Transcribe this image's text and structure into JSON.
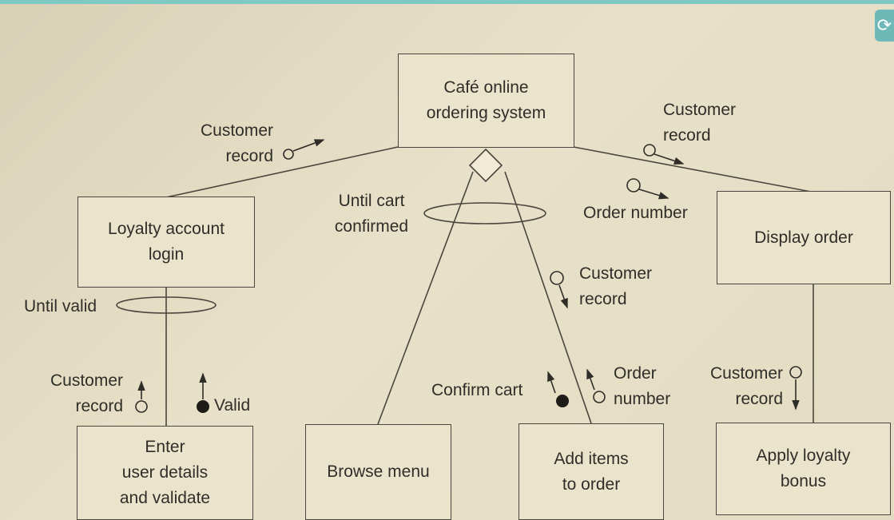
{
  "nodes": {
    "root": "Café online\nordering system",
    "loyalty_login": "Loyalty account\nlogin",
    "display_order": "Display order",
    "enter_details": "Enter\nuser details\nand validate",
    "browse_menu": "Browse menu",
    "add_items": "Add items\nto order",
    "apply_bonus": "Apply loyalty\nbonus"
  },
  "labels": {
    "cust_rec_login": "Customer\nrecord",
    "cust_rec_display": "Customer\nrecord",
    "order_num_display": "Order number",
    "until_cart": "Until cart\nconfirmed",
    "until_valid": "Until valid",
    "cust_rec_enter": "Customer\nrecord",
    "valid": "Valid",
    "cust_rec_add": "Customer\nrecord",
    "confirm_cart": "Confirm cart",
    "order_num_add": "Order\nnumber",
    "cust_rec_bonus": "Customer\nrecord"
  },
  "colors": {
    "line": "#4a463d",
    "box_fill": "#ebe4cd",
    "accent": "#6fb8b8"
  }
}
